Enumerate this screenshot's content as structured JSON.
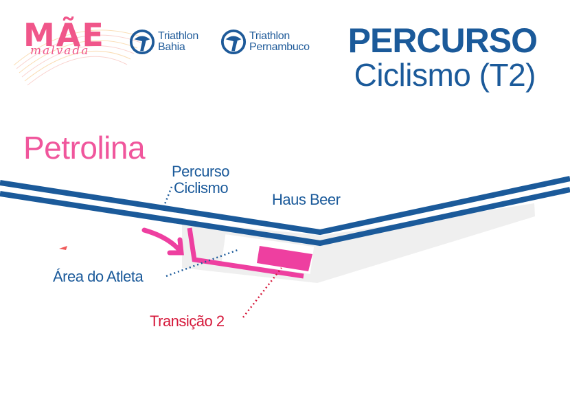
{
  "brand": {
    "mae_main": "MÃE",
    "mae_script": "malvada",
    "logo1_line1": "Triathlon",
    "logo1_line2": "Bahia",
    "logo2_line1": "Triathlon",
    "logo2_line2": "Pernambuco"
  },
  "title": {
    "main": "PERCURSO",
    "sub": "Ciclismo (T2)"
  },
  "map": {
    "city": "Petrolina",
    "labels": {
      "route_line1": "Percurso",
      "route_line2": "Ciclismo",
      "landmark": "Haus Beer",
      "athlete_area": "Área do Atleta",
      "transition": "Transição 2"
    },
    "icons": {
      "direction_arrow": "arrow-icon",
      "logo_icon": "triathlon-swoosh-icon"
    },
    "colors": {
      "route_blue": "#1b5a9a",
      "pink": "#ee3fa0",
      "transition_red": "#d5183a",
      "ground_grey": "#eeeeee"
    }
  }
}
